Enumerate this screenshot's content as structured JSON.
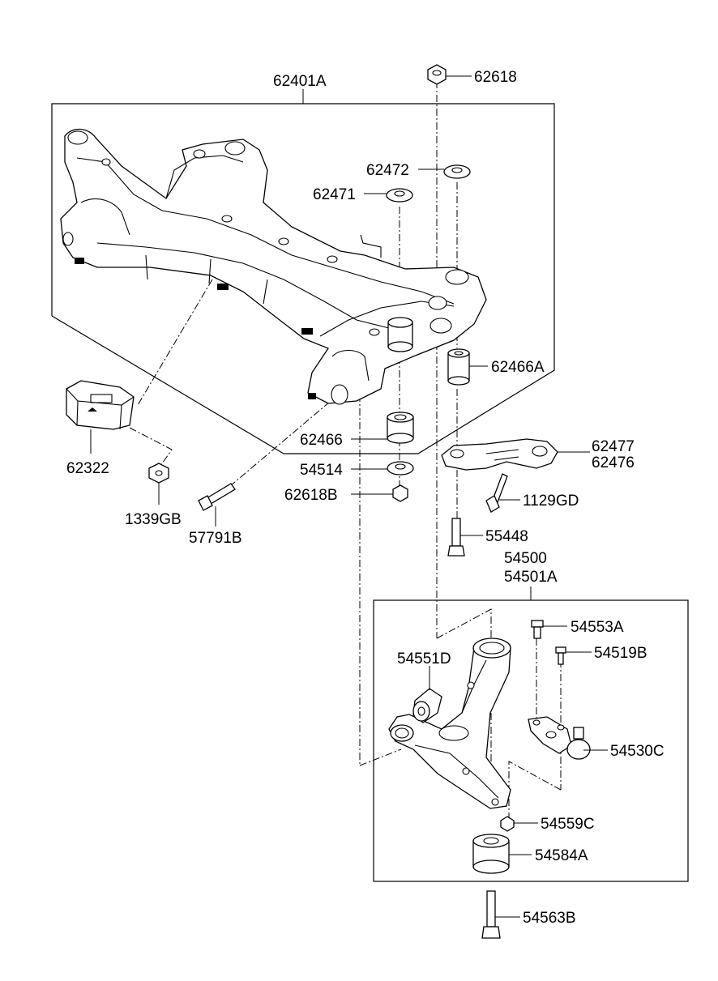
{
  "labels": {
    "subframe": "62401A",
    "nut_top": "62618",
    "stopper_upper_rear": "62472",
    "stopper_upper_front": "62471",
    "bushing_rear": "62466A",
    "bushing_front": "62466",
    "washer": "54514",
    "nut_lower": "62618B",
    "bracket_a": "62477",
    "bracket_b": "62476",
    "bolt_bracket": "1129GD",
    "bolt_rear": "55448",
    "mount": "62322",
    "nut_mount": "1339GB",
    "bolt_long": "57791B",
    "arm_a": "54500",
    "arm_b": "54501A",
    "arm_bolt_a": "54553A",
    "arm_bolt_b": "54519B",
    "arm_bushing": "54551D",
    "ball_joint": "54530C",
    "arm_nut": "54559C",
    "arm_bushing_rear": "54584A",
    "arm_bolt_long": "54563B"
  }
}
